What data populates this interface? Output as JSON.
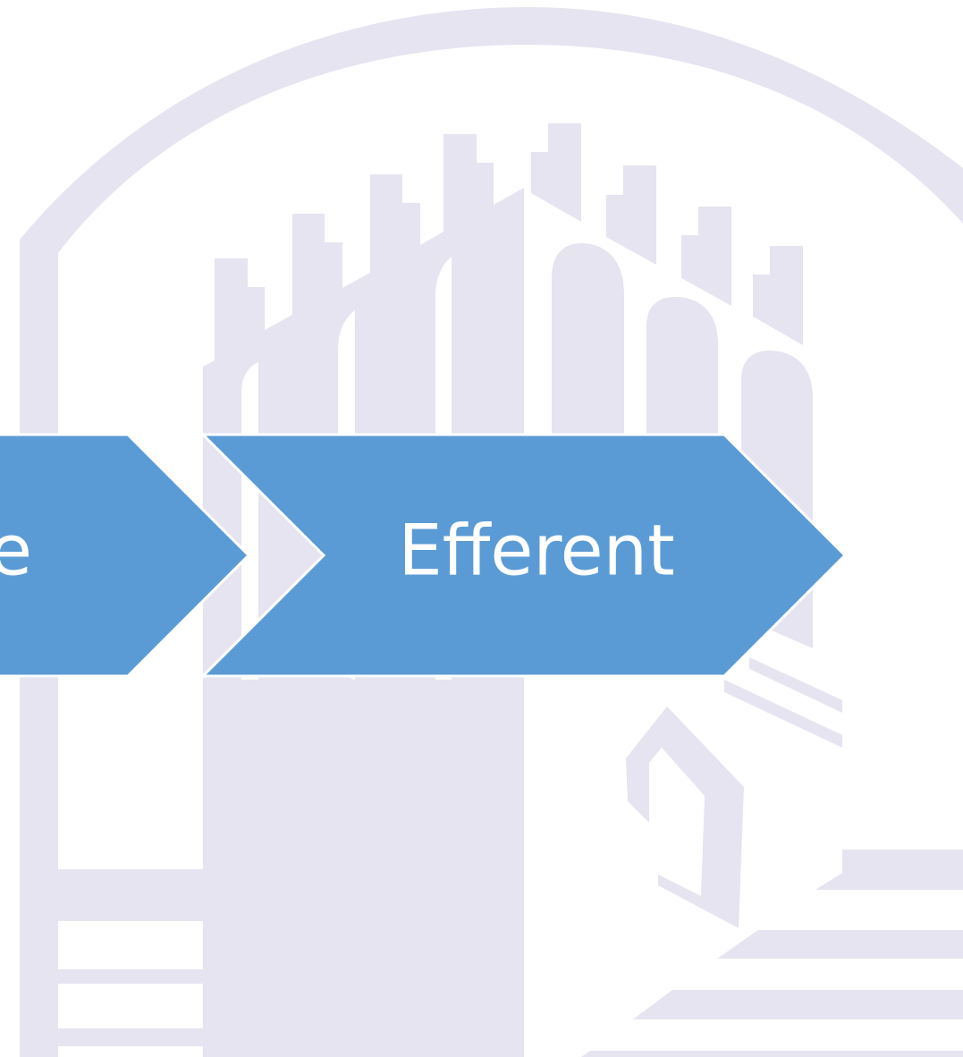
{
  "colors": {
    "watermark": "#e5e4f0",
    "step_fill": "#5b9bd5",
    "step_border": "#ffffff",
    "label": "#ffffff"
  },
  "watermark": {
    "icon": "emblem-watermark"
  },
  "process": {
    "steps": [
      {
        "label": "e"
      },
      {
        "label": "Efferent"
      }
    ]
  }
}
